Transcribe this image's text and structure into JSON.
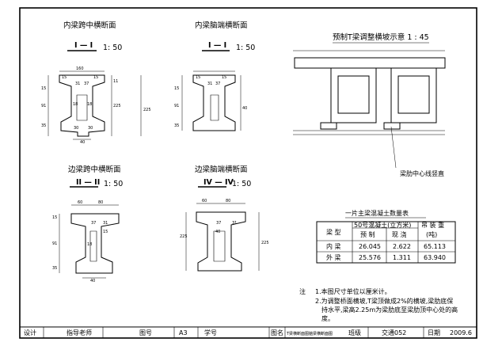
{
  "sections": [
    {
      "title": "内梁跨中横断面",
      "mark": "I — I",
      "scale": "1: 50",
      "dims": [
        "160",
        "15",
        "15",
        "31",
        "37",
        "18",
        "18",
        "30",
        "30",
        "40",
        "15",
        "91",
        "35",
        "11",
        "225"
      ]
    },
    {
      "title": "内梁脑端横断面",
      "mark": "I — I",
      "scale": "1: 50",
      "dims": [
        "15",
        "15",
        "31",
        "37",
        "15",
        "91",
        "35",
        "40"
      ]
    },
    {
      "title": "边梁跨中横断面",
      "mark": "II — II",
      "scale": "1: 50",
      "dims": [
        "60",
        "80",
        "37",
        "31",
        "15",
        "18",
        "15",
        "91",
        "35",
        "40"
      ]
    },
    {
      "title": "边梁脑端横断面",
      "mark": "IV — IV",
      "scale": "1: 50",
      "dims": [
        "60",
        "80",
        "37",
        "31",
        "40",
        "225"
      ]
    }
  ],
  "height_labels": [
    "225",
    "225"
  ],
  "slope_diagram": {
    "title": "预制T梁调整横坡示意 1 : 45",
    "note": "梁肋中心线竖直"
  },
  "table": {
    "title": "一片主梁混凝土数量表",
    "header_type": "梁  型",
    "header_concrete": "50号混凝土(立方米)",
    "header_weight": "吊 装 重",
    "sub_precast": "预 制",
    "sub_cast": "现 浇",
    "sub_unit": "(吨)",
    "rows": [
      {
        "name": "内  梁",
        "precast": "26.045",
        "cast": "2.622",
        "weight": "65.113"
      },
      {
        "name": "外  梁",
        "precast": "25.576",
        "cast": "1.311",
        "weight": "63.940"
      }
    ]
  },
  "notes": {
    "label": "注",
    "lines": [
      "1.本图尺寸单位以厘米计。",
      "2.为调整桥面横坡,T梁顶做成2%的横坡,梁肋底保",
      "持水平,梁高2.25m为梁肋底至梁肋顶中心处的高",
      "度。"
    ]
  },
  "title_block": {
    "design": "设计",
    "supervisor": "指导老师",
    "sheet_no_label": "图号",
    "sheet_size": "A3",
    "student_no_label": "学号",
    "drawing_name_label": "图名",
    "drawing_name": "T梁横断面图脑梁横断面图",
    "class_label": "班级",
    "class_name": "交通052",
    "date_label": "日期",
    "date": "2009.6"
  }
}
